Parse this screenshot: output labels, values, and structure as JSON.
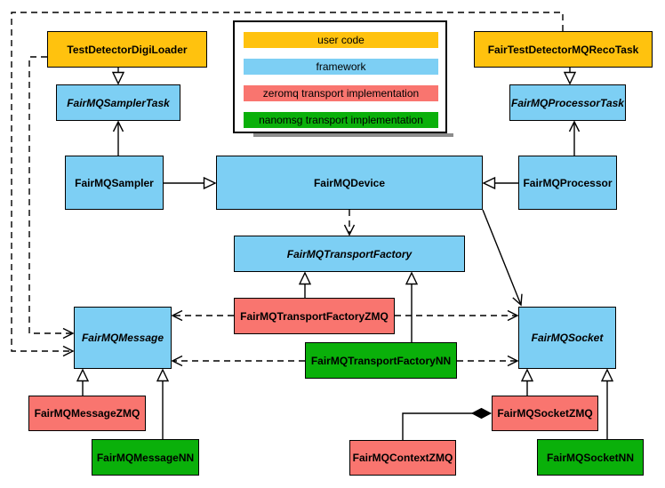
{
  "colors": {
    "user_code": "#FFC20E",
    "framework": "#7DCFF4",
    "zeromq": "#F9756F",
    "nanomsg": "#0AB00A",
    "line": "#000000",
    "legend_shadow": "#8c8c8c"
  },
  "legend": {
    "items": [
      {
        "label": "user code",
        "color": "#FFC20E"
      },
      {
        "label": "framework",
        "color": "#7DCFF4"
      },
      {
        "label": "zeromq transport implementation",
        "color": "#F9756F"
      },
      {
        "label": "nanomsg transport implementation",
        "color": "#0AB00A"
      }
    ]
  },
  "nodes": {
    "digiLoader": {
      "label": "TestDetectorDigiLoader",
      "category": "user code",
      "abstract": false
    },
    "samplerTask": {
      "label": "FairMQSamplerTask",
      "category": "framework",
      "abstract": true
    },
    "sampler": {
      "label": "FairMQSampler",
      "category": "framework",
      "abstract": false
    },
    "device": {
      "label": "FairMQDevice",
      "category": "framework",
      "abstract": false
    },
    "recoTask": {
      "label": "FairTestDetectorMQRecoTask",
      "category": "user code",
      "abstract": false
    },
    "processorTask": {
      "label": "FairMQProcessorTask",
      "category": "framework",
      "abstract": true
    },
    "processor": {
      "label": "FairMQProcessor",
      "category": "framework",
      "abstract": false
    },
    "transportFactory": {
      "label": "FairMQTransportFactory",
      "category": "framework",
      "abstract": true
    },
    "transportFactoryZMQ": {
      "label": "FairMQTransportFactoryZMQ",
      "category": "zeromq",
      "abstract": false
    },
    "transportFactoryNN": {
      "label": "FairMQTransportFactoryNN",
      "category": "nanomsg",
      "abstract": false
    },
    "message": {
      "label": "FairMQMessage",
      "category": "framework",
      "abstract": true
    },
    "socket": {
      "label": "FairMQSocket",
      "category": "framework",
      "abstract": true
    },
    "messageZMQ": {
      "label": "FairMQMessageZMQ",
      "category": "zeromq",
      "abstract": false
    },
    "messageNN": {
      "label": "FairMQMessageNN",
      "category": "nanomsg",
      "abstract": false
    },
    "socketZMQ": {
      "label": "FairMQSocketZMQ",
      "category": "zeromq",
      "abstract": false
    },
    "socketNN": {
      "label": "FairMQSocketNN",
      "category": "nanomsg",
      "abstract": false
    },
    "contextZMQ": {
      "label": "FairMQContextZMQ",
      "category": "zeromq",
      "abstract": false
    }
  },
  "edges": [
    {
      "from": "TestDetectorDigiLoader",
      "to": "FairMQSamplerTask",
      "type": "generalization"
    },
    {
      "from": "FairTestDetectorMQRecoTask",
      "to": "FairMQProcessorTask",
      "type": "generalization"
    },
    {
      "from": "FairMQSampler",
      "to": "FairMQDevice",
      "type": "generalization"
    },
    {
      "from": "FairMQProcessor",
      "to": "FairMQDevice",
      "type": "generalization"
    },
    {
      "from": "FairMQSampler",
      "to": "FairMQSamplerTask",
      "type": "association"
    },
    {
      "from": "FairMQProcessor",
      "to": "FairMQProcessorTask",
      "type": "association"
    },
    {
      "from": "FairMQDevice",
      "to": "FairMQSocket",
      "type": "association"
    },
    {
      "from": "FairMQDevice",
      "to": "FairMQTransportFactory",
      "type": "dependency"
    },
    {
      "from": "FairMQTransportFactoryZMQ",
      "to": "FairMQTransportFactory",
      "type": "generalization"
    },
    {
      "from": "FairMQTransportFactoryNN",
      "to": "FairMQTransportFactory",
      "type": "generalization"
    },
    {
      "from": "FairMQTransportFactoryZMQ",
      "to": "FairMQMessage",
      "type": "dependency"
    },
    {
      "from": "FairMQTransportFactoryZMQ",
      "to": "FairMQSocket",
      "type": "dependency"
    },
    {
      "from": "FairMQTransportFactoryNN",
      "to": "FairMQMessage",
      "type": "dependency"
    },
    {
      "from": "FairMQTransportFactoryNN",
      "to": "FairMQSocket",
      "type": "dependency"
    },
    {
      "from": "TestDetectorDigiLoader",
      "to": "FairMQMessage",
      "type": "dependency"
    },
    {
      "from": "FairTestDetectorMQRecoTask",
      "to": "FairMQMessage",
      "type": "dependency"
    },
    {
      "from": "FairMQMessageZMQ",
      "to": "FairMQMessage",
      "type": "generalization"
    },
    {
      "from": "FairMQMessageNN",
      "to": "FairMQMessage",
      "type": "generalization"
    },
    {
      "from": "FairMQSocketZMQ",
      "to": "FairMQSocket",
      "type": "generalization"
    },
    {
      "from": "FairMQSocketNN",
      "to": "FairMQSocket",
      "type": "generalization"
    },
    {
      "from": "FairMQContextZMQ",
      "to": "FairMQSocketZMQ",
      "type": "composition"
    }
  ]
}
